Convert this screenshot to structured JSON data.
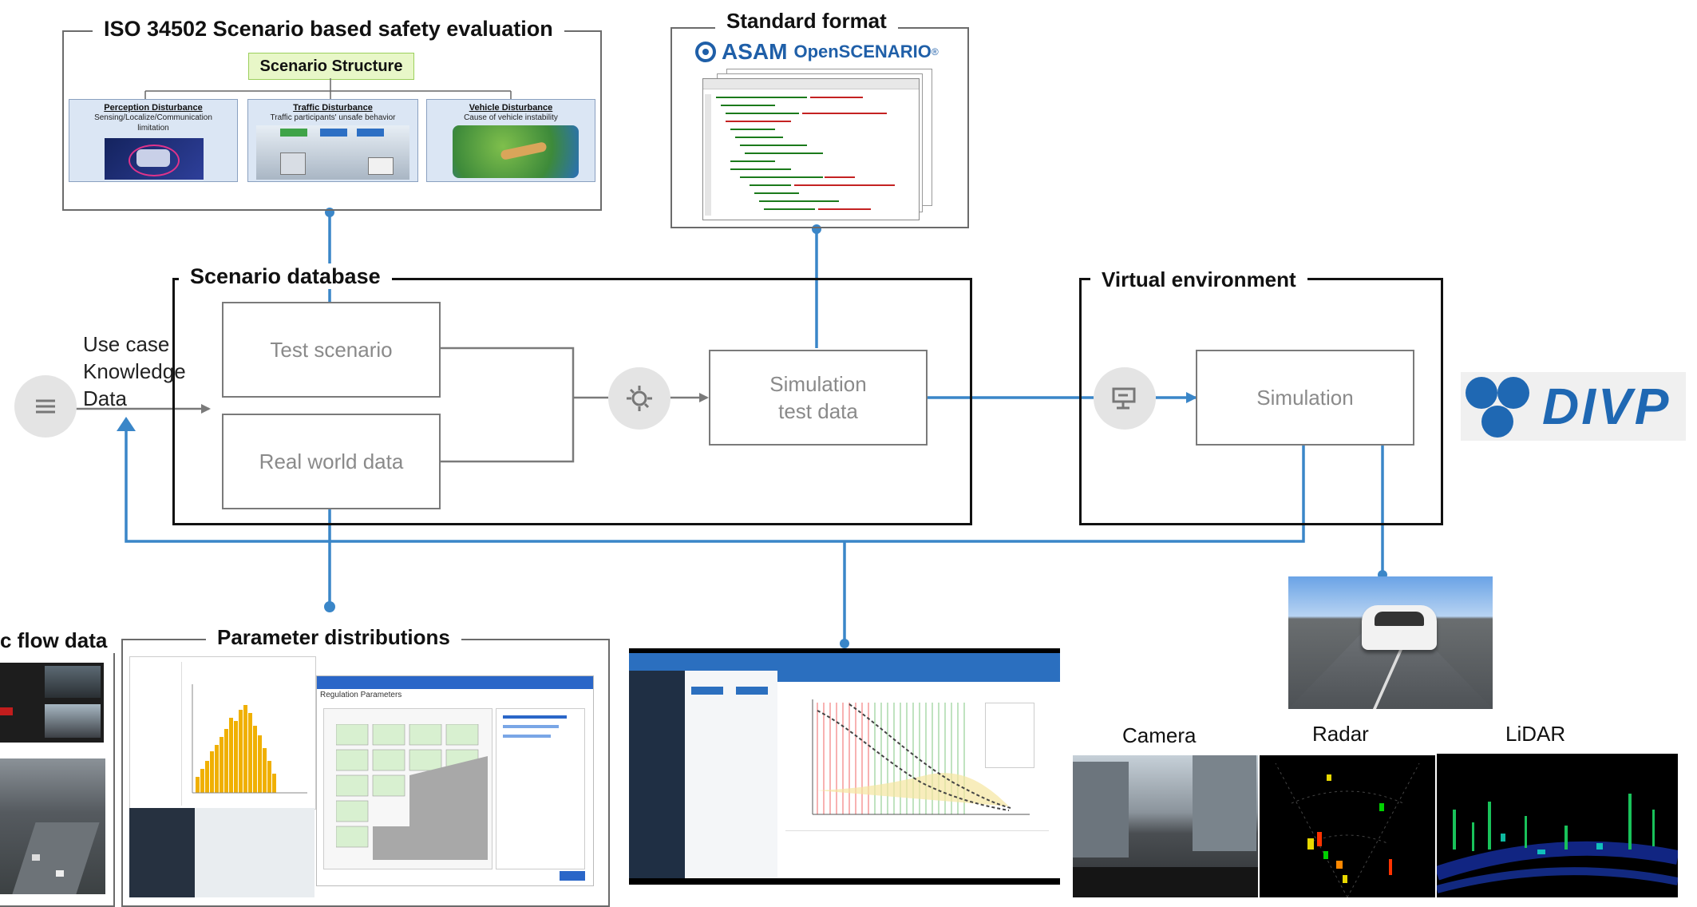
{
  "iso": {
    "title": "ISO 34502 Scenario based safety evaluation",
    "structure_label": "Scenario Structure",
    "categories": [
      {
        "name": "Perception Disturbance",
        "desc": "Sensing/Localize/Communication limitation"
      },
      {
        "name": "Traffic Disturbance",
        "desc": "Traffic participants' unsafe behavior"
      },
      {
        "name": "Vehicle Disturbance",
        "desc": "Cause of vehicle instability"
      }
    ]
  },
  "standard_format": {
    "title": "Standard format",
    "logo_asam": "ASAM",
    "logo_product": "OpenSCENARIO",
    "logo_reg": "®"
  },
  "scenario_db": {
    "title": "Scenario database",
    "test_scenario": "Test scenario",
    "real_world": "Real world data",
    "sim_test_data_1": "Simulation",
    "sim_test_data_2": "test data"
  },
  "inputs": {
    "line1": "Use case",
    "line2": "Knowledge",
    "line3": "Data"
  },
  "virtual_env": {
    "title": "Virtual environment",
    "simulation": "Simulation"
  },
  "logo": {
    "divp": "DIVP"
  },
  "traffic_flow": {
    "title": "c flow data"
  },
  "param_dist": {
    "title": "Parameter distributions",
    "panel_header": "Regulation Parameters"
  },
  "sensors": {
    "camera": "Camera",
    "radar": "Radar",
    "lidar": "LiDAR"
  },
  "colors": {
    "connector": "#3a86c8",
    "gray_line": "#7a7a7a",
    "structure_bg": "#e8f7c8",
    "divp_blue": "#1f68b3",
    "asam_blue": "#1f5fa8"
  },
  "icons": [
    "database-icon",
    "gear-icon",
    "monitor-icon",
    "asam-logo-icon",
    "divp-logo-icon"
  ]
}
